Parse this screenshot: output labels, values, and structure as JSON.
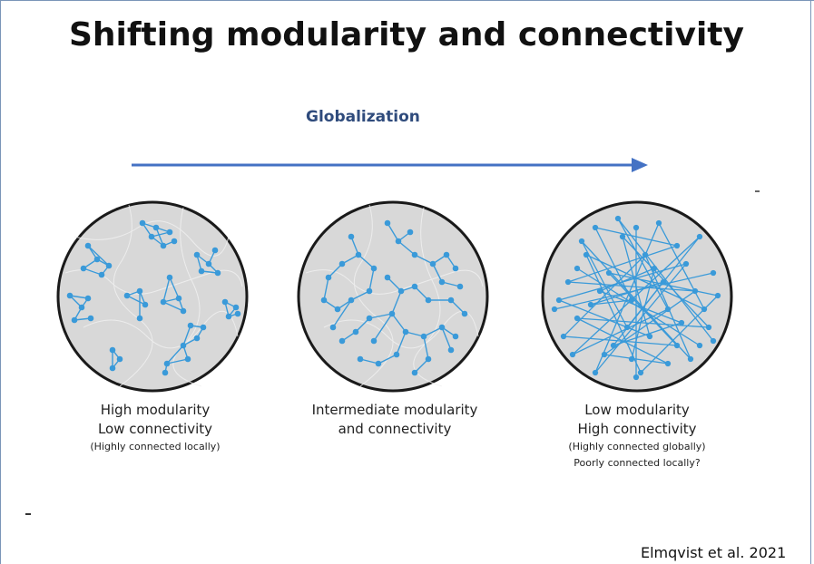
{
  "slide": {
    "title": "Shifting modularity and connectivity",
    "globalization_label": "Globalization",
    "citation": "Elmqvist et al. 2021",
    "accent_color": "#4472c4",
    "node_color": "#3a9ad9"
  },
  "panels": [
    {
      "line1": "High modularity",
      "line2": "Low connectivity",
      "note1": "(Highly connected locally)",
      "note2": ""
    },
    {
      "line1": "Intermediate modularity",
      "line2": "and connectivity",
      "note1": "",
      "note2": ""
    },
    {
      "line1": "Low modularity",
      "line2": "High connectivity",
      "note1": "(Highly connected globally)",
      "note2": "Poorly connected locally?"
    }
  ]
}
